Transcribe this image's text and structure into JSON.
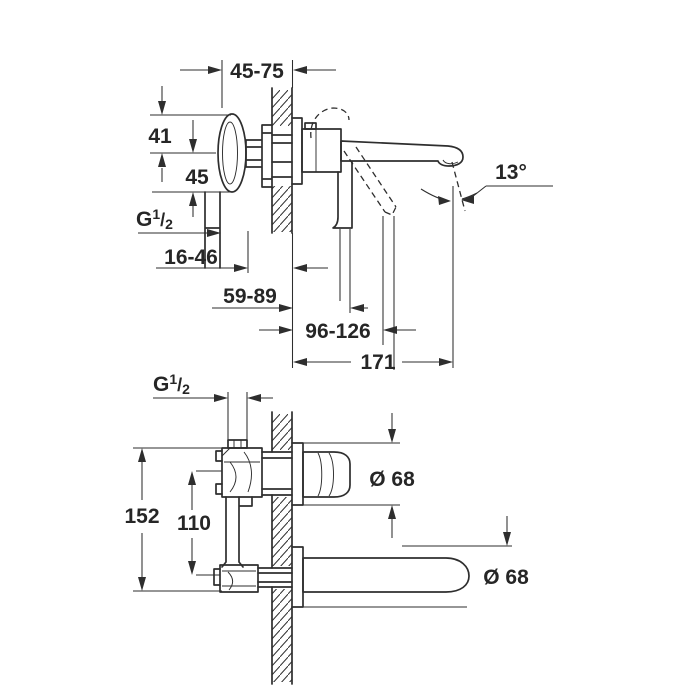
{
  "drawing": {
    "background": "#ffffff",
    "line_color": "#2e2e2e"
  },
  "top_view": {
    "dim_depth_range": "45-75",
    "dim_rosette_top": "41",
    "dim_rosette_bottom": "45",
    "thread_g": "G",
    "thread_num": "1",
    "thread_slash": "/",
    "thread_den": "2",
    "dim_range_1": "16-46",
    "dim_range_2": "59-89",
    "dim_range_3": "96-126",
    "dim_spout_projection": "171",
    "dim_spout_angle": "13°"
  },
  "bottom_view": {
    "thread_g": "G",
    "thread_num": "1",
    "thread_slash": "/",
    "thread_den": "2",
    "dim_escutcheon_dia": "Ø 68",
    "dim_spout_escutcheon_dia": "Ø 68",
    "dim_overall_height": "152",
    "dim_inlet_centers": "110"
  }
}
